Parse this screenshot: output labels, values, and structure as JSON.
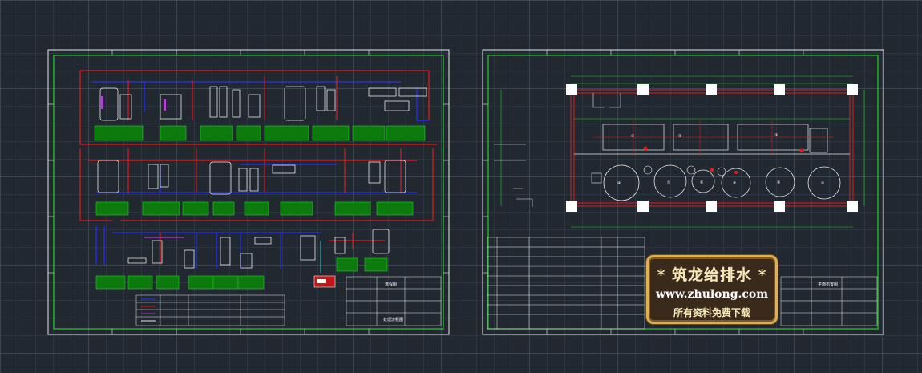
{
  "watermark": {
    "title": "* 筑龙给排水 *",
    "url": "www.zhulong.com",
    "slogan": "所有资料免费下载"
  },
  "colors": {
    "background": "#212830",
    "frame": "#1fd21f",
    "pipe_red": "#e01c1c",
    "pipe_blue": "#2233ff",
    "equipment": "#e8e8e8",
    "label_fill": "#0d7a0d",
    "watermark_border": "#e0b050"
  },
  "left_sheet": {
    "title_block": {
      "title": "流程图",
      "drawing_name": "处理流程图"
    }
  },
  "right_sheet": {
    "title_block": {
      "title": "平面布置图"
    },
    "equipment_markers": [
      "①",
      "②",
      "③",
      "④",
      "⑤",
      "⑥",
      "⑦",
      "⑧",
      "⑨"
    ]
  }
}
